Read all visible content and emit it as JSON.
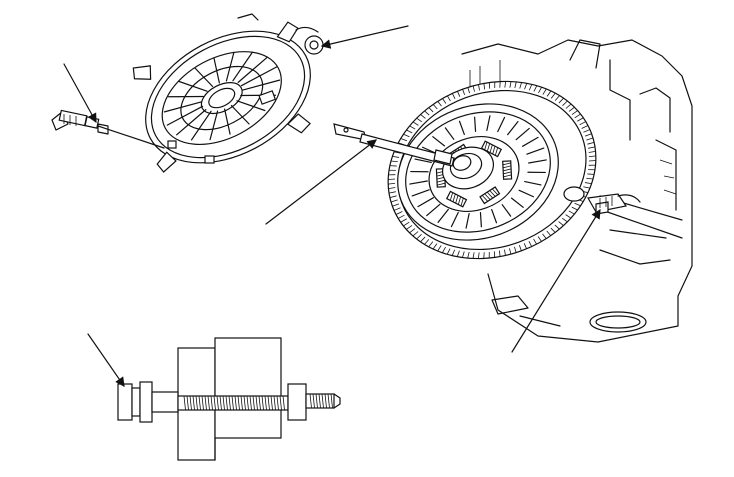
{
  "diagram": {
    "style": "line-art",
    "colors": {
      "ink": "#111111",
      "background": "#ffffff"
    },
    "components": [
      {
        "name": "pressure-plate",
        "kind": "illustration"
      },
      {
        "name": "clutch-alignment-shaft-tool",
        "kind": "illustration"
      },
      {
        "name": "clutch-disc",
        "kind": "illustration"
      },
      {
        "name": "flywheel-ring-gear",
        "kind": "illustration"
      },
      {
        "name": "engine-block",
        "kind": "illustration"
      },
      {
        "name": "bolt-spacer-detail",
        "kind": "illustration"
      },
      {
        "name": "small-bolt-tool",
        "kind": "illustration"
      }
    ],
    "callouts": [
      {
        "name": "callout-pressure-plate-boss",
        "label": ""
      },
      {
        "name": "callout-bolt-tool",
        "label": ""
      },
      {
        "name": "callout-alignment-shaft",
        "label": ""
      },
      {
        "name": "callout-flywheel-bolt",
        "label": ""
      },
      {
        "name": "callout-detail-bolt-head",
        "label": ""
      }
    ]
  }
}
